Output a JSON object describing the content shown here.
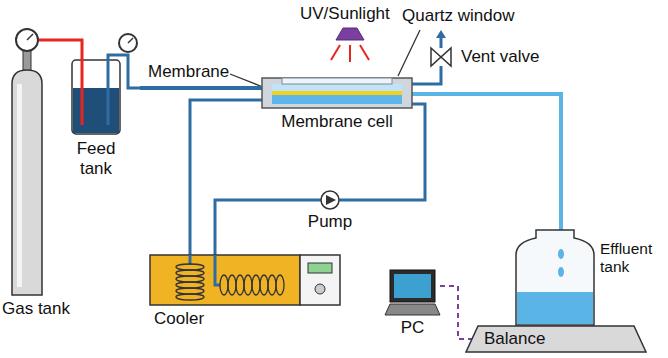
{
  "diagram": {
    "nodes": [
      {
        "text": [
          "Gas tank"
        ]
      },
      {
        "text": [
          "Feed tank"
        ]
      },
      {
        "text": [
          "Membrane cell"
        ]
      },
      {
        "text": [
          "Vent valve"
        ]
      },
      {
        "text": [
          "Pump"
        ]
      },
      {
        "text": [
          "Cooler"
        ]
      },
      {
        "text": [
          "Effluent tank"
        ]
      },
      {
        "text": [
          "PC"
        ]
      },
      {
        "text": [
          "Balance"
        ]
      }
    ],
    "edges": [
      {
        "from": 0,
        "to": 1,
        "arrow": "none"
      },
      {
        "from": 1,
        "to": 2,
        "arrow": "none"
      },
      {
        "from": 2,
        "to": 3,
        "arrow": "none"
      },
      {
        "from": 2,
        "to": 4,
        "arrow": "none"
      },
      {
        "from": 4,
        "to": 5,
        "arrow": "none"
      },
      {
        "from": 5,
        "to": 2,
        "arrow": "none"
      },
      {
        "from": 2,
        "to": 6,
        "arrow": "none"
      },
      {
        "from": 7,
        "to": 8,
        "arrow": "none"
      }
    ],
    "labels": [
      "UV/Sunlight",
      "Quartz window",
      "Membrane"
    ]
  }
}
